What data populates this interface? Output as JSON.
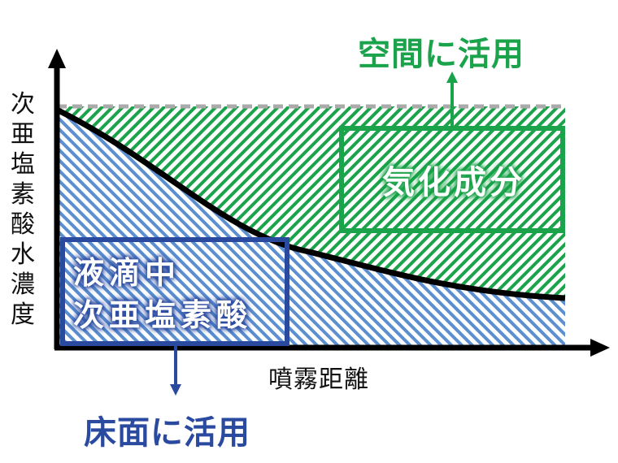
{
  "y_axis_label": "次亜塩素酸水濃度",
  "x_axis_label": "噴霧距離",
  "gas_region_label": "気化成分",
  "liquid_region_label_line1": "液滴中",
  "liquid_region_label_line2": "次亜塩素酸",
  "gas_use_label": "空間に活用",
  "liquid_use_label": "床面に活用",
  "colors": {
    "green": "#1aa34a",
    "blue": "#2a4aa0",
    "light_blue": "#5b8fd0",
    "dash": "#aaaaaa"
  }
}
